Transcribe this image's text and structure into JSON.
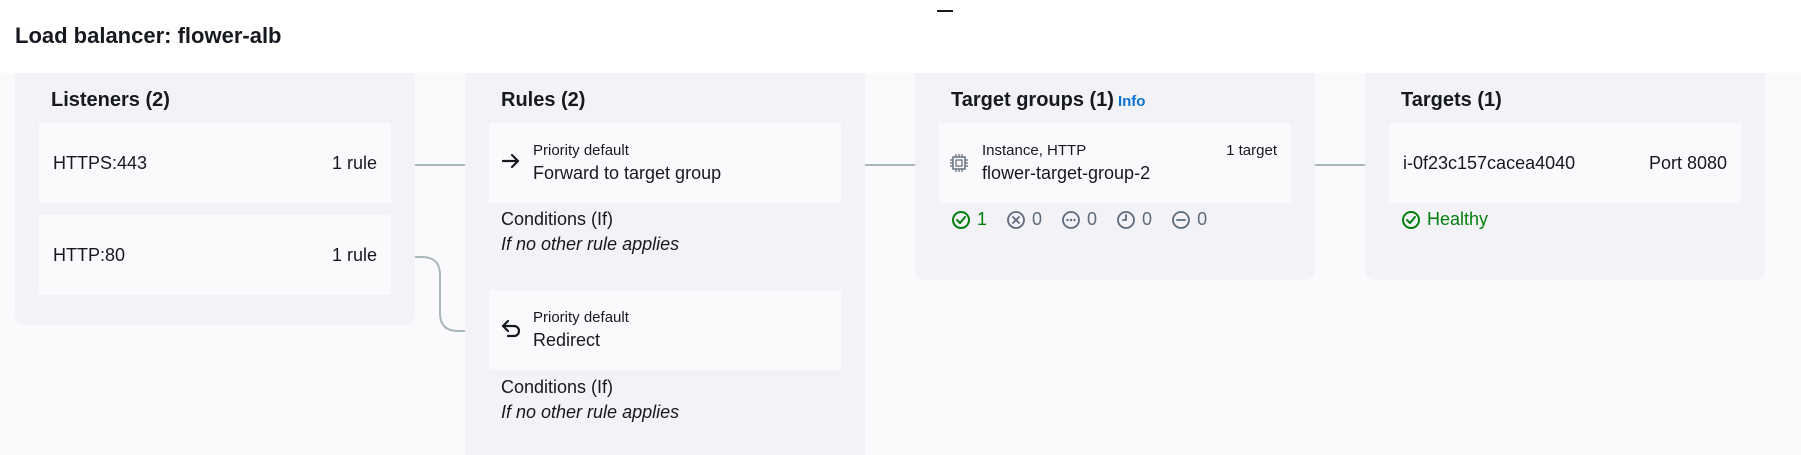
{
  "page": {
    "title": "Load balancer: flower-alb"
  },
  "listeners": {
    "title": "Listeners (2)",
    "items": [
      {
        "name": "HTTPS:443",
        "rules": "1 rule"
      },
      {
        "name": "HTTP:80",
        "rules": "1 rule"
      }
    ]
  },
  "rules": {
    "title": "Rules (2)",
    "items": [
      {
        "icon": "arrow-right-icon",
        "priority": "Priority default",
        "action": "Forward to target group",
        "conditions_label": "Conditions (If)",
        "conditions_text": "If no other rule applies"
      },
      {
        "icon": "redirect-icon",
        "priority": "Priority default",
        "action": "Redirect",
        "conditions_label": "Conditions (If)",
        "conditions_text": "If no other rule applies"
      }
    ]
  },
  "target_groups": {
    "title": "Target groups (1)",
    "info": "Info",
    "item": {
      "icon": "chip-icon",
      "type": "Instance, HTTP",
      "count": "1 target",
      "name": "flower-target-group-2"
    },
    "status": {
      "healthy": "1",
      "unhealthy": "0",
      "unused": "0",
      "pending": "0",
      "draining": "0"
    }
  },
  "targets": {
    "title": "Targets (1)",
    "item": {
      "id": "i-0f23c157cacea4040",
      "port": "Port 8080",
      "health": "Healthy"
    }
  },
  "colors": {
    "accent": "#0972d3",
    "success": "#037f0c",
    "connector": "#aab7b8"
  }
}
